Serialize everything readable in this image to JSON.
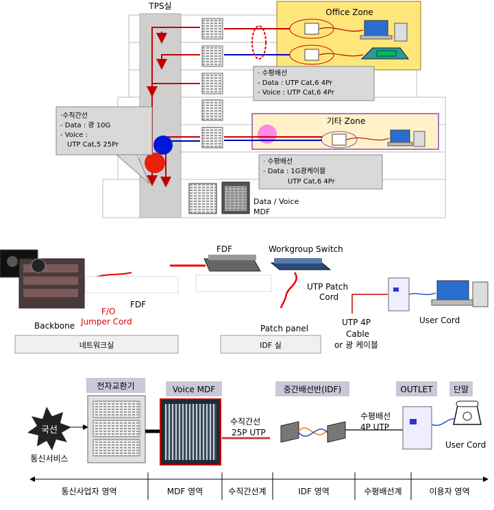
{
  "top": {
    "tps_label": "TPS실",
    "office_zone_label": "Office Zone",
    "other_zone_label": "기타 Zone",
    "vertical_callout": {
      "title": "·수직간선",
      "line1": " - Data : 광 10G",
      "line2": " - Voice :",
      "line3": "UTP Cat,5 25Pr"
    },
    "horizontal_callout_1": {
      "title": "· 수평배선",
      "line1": " - Data : UTP Cat,6 4Pr",
      "line2": " - Voice : UTP Cat,6 4Pr"
    },
    "horizontal_callout_2": {
      "title": "· 수평배선",
      "line1": " - Data : 1G광케이블",
      "line2": "UTP Cat,6 4Pr"
    },
    "mdf_label_1": "Data / Voice",
    "mdf_label_2": "MDF"
  },
  "middle": {
    "fdf_top": "FDF",
    "workgroup_switch": "Workgroup Switch",
    "utp_patch_cord_1": "UTP Patch",
    "utp_patch_cord_2": "Cord",
    "fdf_left": "FDF",
    "fo_jumper_1": "F/O",
    "fo_jumper_2": "Jumper Cord",
    "backbone": "Backbone",
    "patch_panel": "Patch panel",
    "utp4p_1": "UTP 4P",
    "utp4p_2": "Cable",
    "utp4p_3": "or 광 케이블",
    "user_cord": "User Cord",
    "network_room": "네트워크실",
    "idf_room": "IDF 실"
  },
  "bottom": {
    "pbx_label": "전자교환기",
    "voice_mdf_label": "Voice MDF",
    "idf_label": "중간배선반(IDF)",
    "outlet_label": "OUTLET",
    "terminal_label": "단말",
    "kukseon": "국선",
    "telecom_service": "통신서비스",
    "vertical_1": "수직간선",
    "vertical_2": "25P UTP",
    "horizontal_1": "수평배선",
    "horizontal_2": "4P UTP",
    "user_cord": "User Cord",
    "areas": [
      "통신사업자 영역",
      "MDF 영역",
      "수직간선계",
      "IDF 영역",
      "수평배선계",
      "이용자 영역"
    ]
  }
}
